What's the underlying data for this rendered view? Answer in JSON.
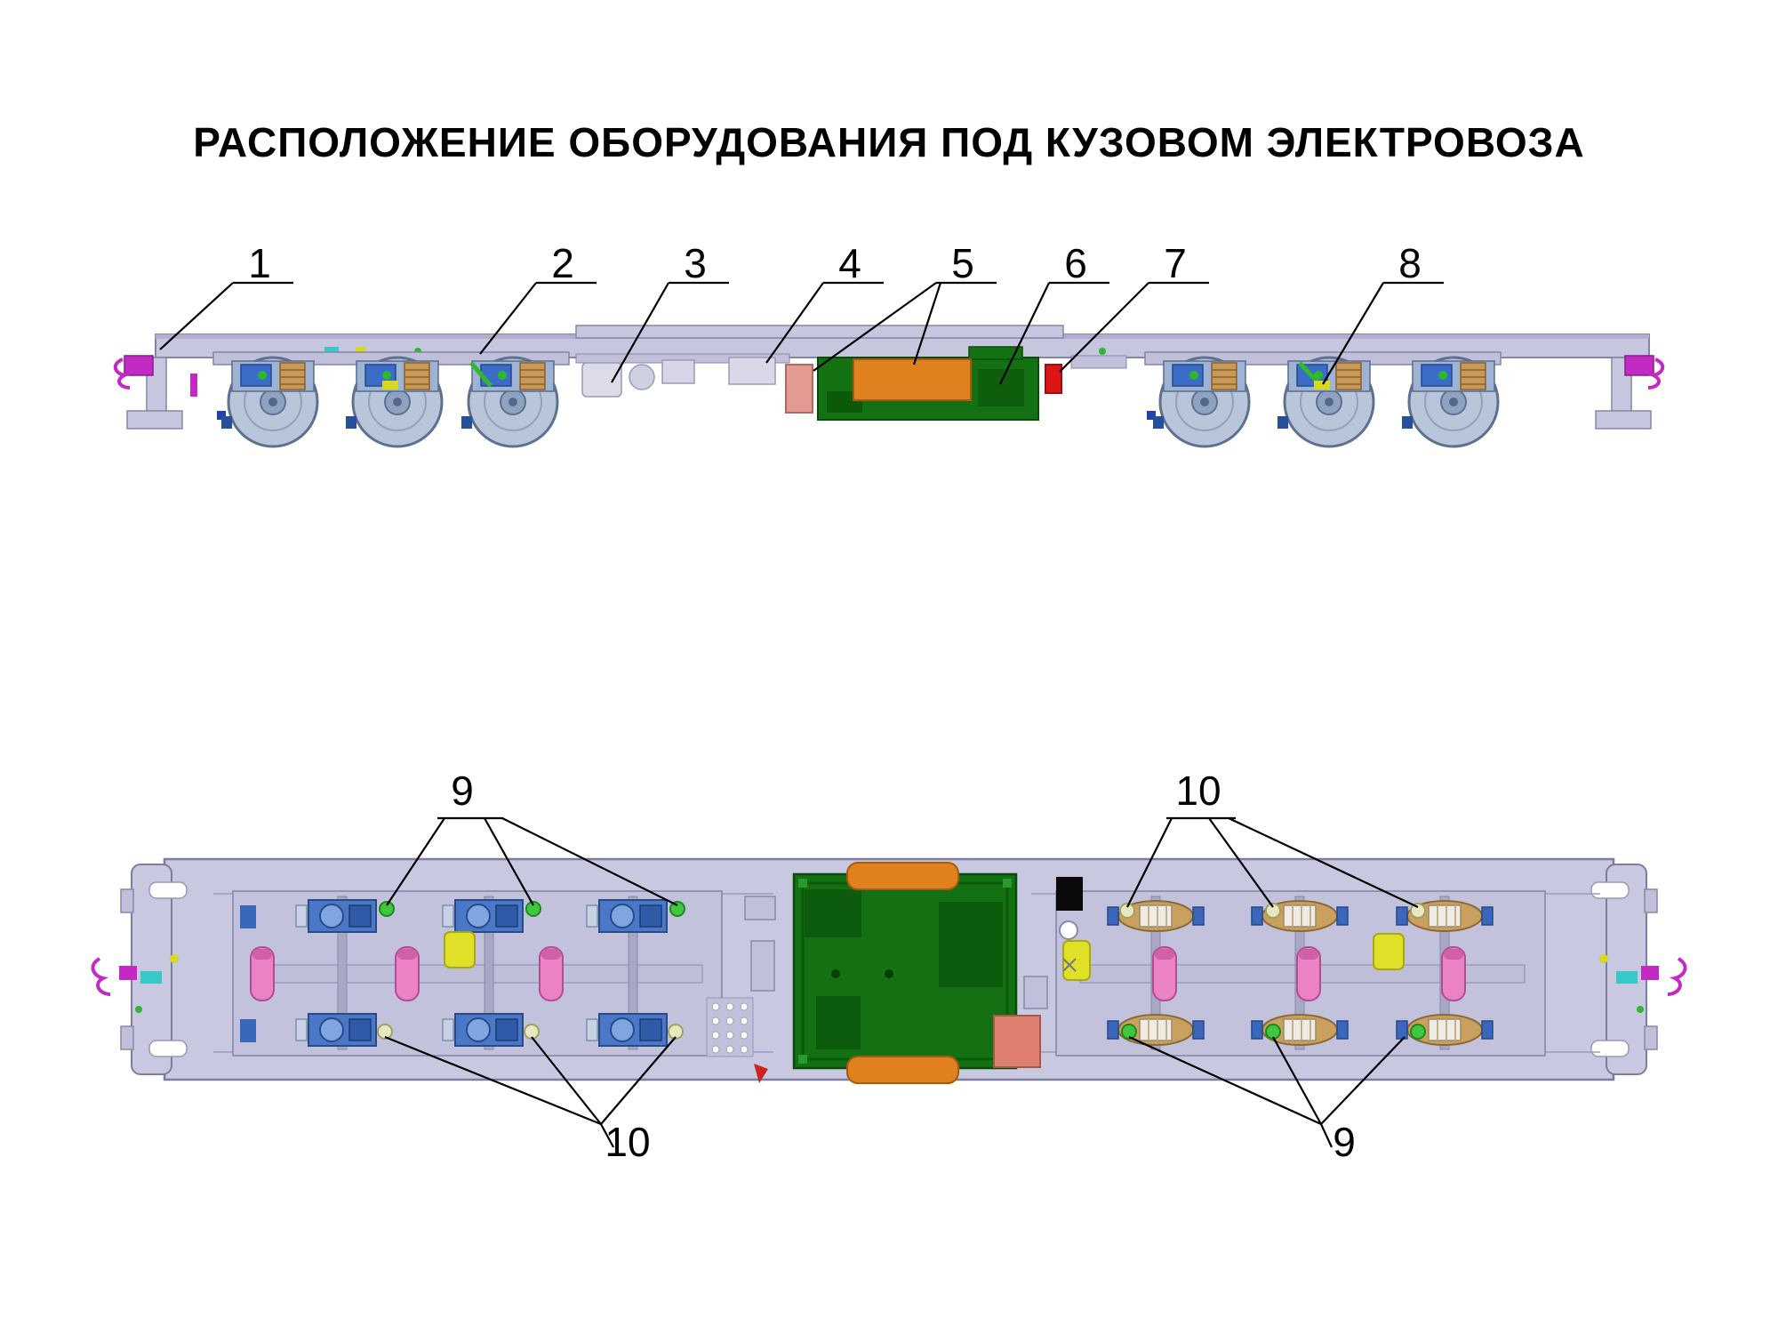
{
  "title": "РАСПОЛОЖЕНИЕ ОБОРУДОВАНИЯ ПОД КУЗОВОМ ЭЛЕКТРОВОЗА",
  "side_view": {
    "callouts": [
      {
        "label": "1"
      },
      {
        "label": "2"
      },
      {
        "label": "3"
      },
      {
        "label": "4"
      },
      {
        "label": "5"
      },
      {
        "label": "6"
      },
      {
        "label": "7"
      },
      {
        "label": "8"
      }
    ]
  },
  "plan_view": {
    "callouts": [
      {
        "label": "9"
      },
      {
        "label": "10"
      },
      {
        "label": "10"
      },
      {
        "label": "9"
      }
    ]
  },
  "colors": {
    "body_lavender": "#c8c8e0",
    "outline": "#7d7da2",
    "converter_green": "#137013",
    "module_orange": "#e0801e",
    "module_pink": "#e49a92",
    "module_red": "#dd1515",
    "coupler_magenta": "#c32ac3",
    "gear_blue": "#4a78c8",
    "motor_tan": "#c9a060",
    "damper_pink": "#ea82c4",
    "marker_green": "#3fc83f",
    "marker_pale": "#e8e8c0"
  }
}
